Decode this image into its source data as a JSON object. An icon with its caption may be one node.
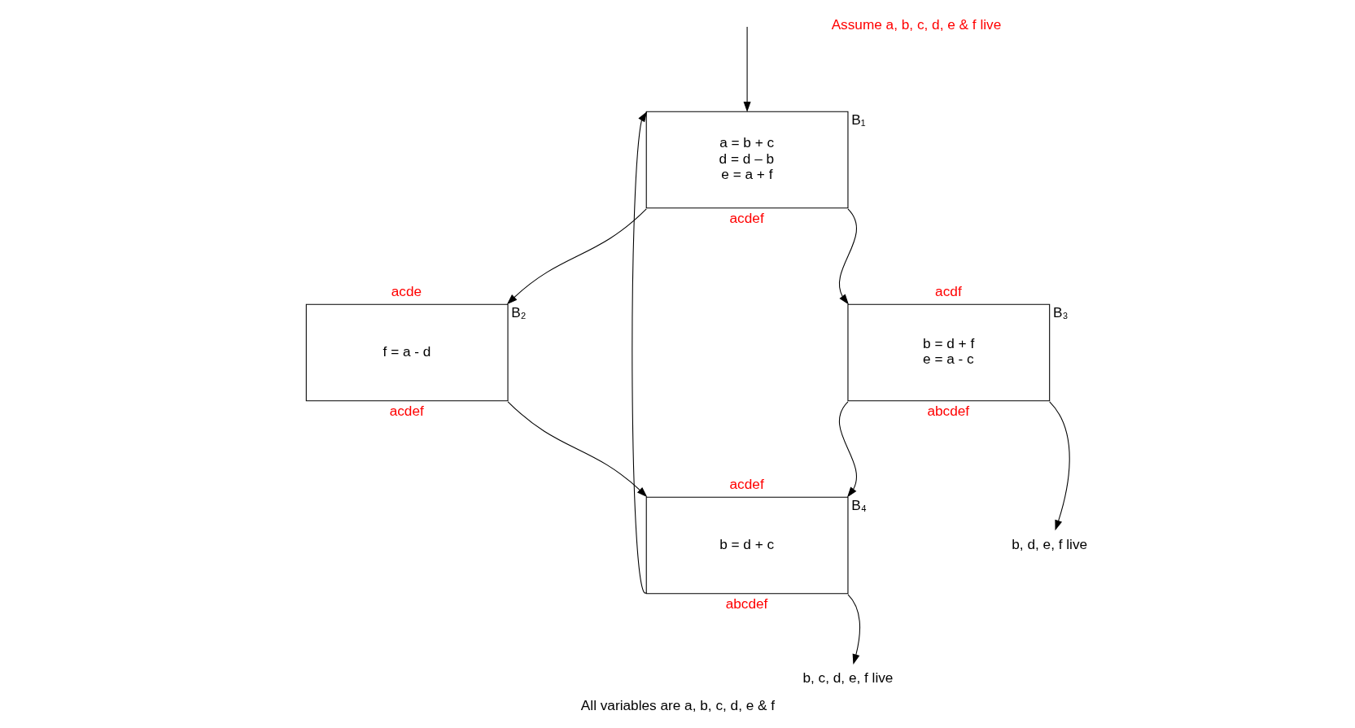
{
  "diagram": {
    "caption": "All variables are a, b, c, d, e & f",
    "nodes": [
      {
        "text": [
          "a = b + c",
          "d = d – b",
          "e = a + f"
        ],
        "beside": [
          "B₁",
          "acdef"
        ]
      },
      {
        "text": [
          "f = a - d"
        ],
        "beside": [
          "acde",
          "B₂",
          "acdef"
        ]
      },
      {
        "text": [
          "b = d + f",
          "e = a - c"
        ],
        "beside": [
          "acdf",
          "B₃",
          "abcdef"
        ]
      },
      {
        "text": [
          "b = d + c"
        ],
        "beside": [
          "acdef",
          "B₄",
          "abcdef"
        ]
      },
      {
        "text": [
          "b, d, e, f live"
        ]
      },
      {
        "text": [
          "b, c, d, e, f live"
        ]
      }
    ],
    "edges": [
      {
        "from": null,
        "to": 0,
        "arrow": "to"
      },
      {
        "from": 0,
        "to": 1,
        "arrow": "to"
      },
      {
        "from": 0,
        "to": 2,
        "arrow": "to"
      },
      {
        "from": 1,
        "to": 3,
        "arrow": "to"
      },
      {
        "from": 2,
        "to": 3,
        "arrow": "to"
      },
      {
        "from": 3,
        "to": 0,
        "arrow": "to"
      },
      {
        "from": 2,
        "to": 4,
        "arrow": "to"
      },
      {
        "from": 3,
        "to": 5,
        "arrow": "to"
      }
    ],
    "labels": [
      "Assume a, b, c, d, e & f live"
    ]
  }
}
